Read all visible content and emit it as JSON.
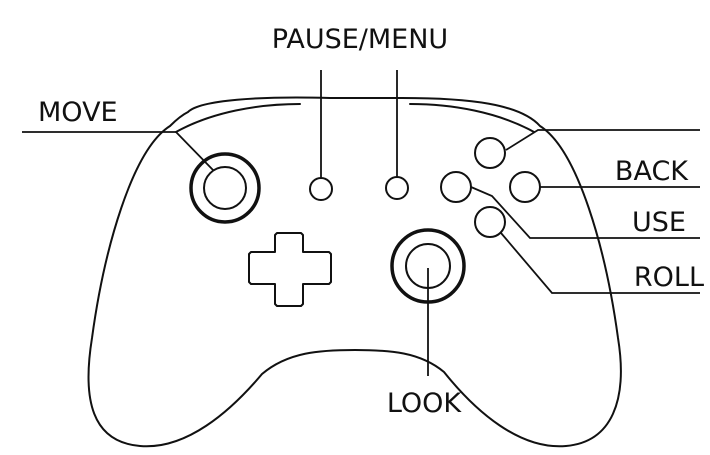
{
  "labels": {
    "pause_menu": "PAUSE/MENU",
    "move": "MOVE",
    "back": "BACK",
    "use": "USE",
    "roll": "ROLL",
    "look": "LOOK"
  }
}
